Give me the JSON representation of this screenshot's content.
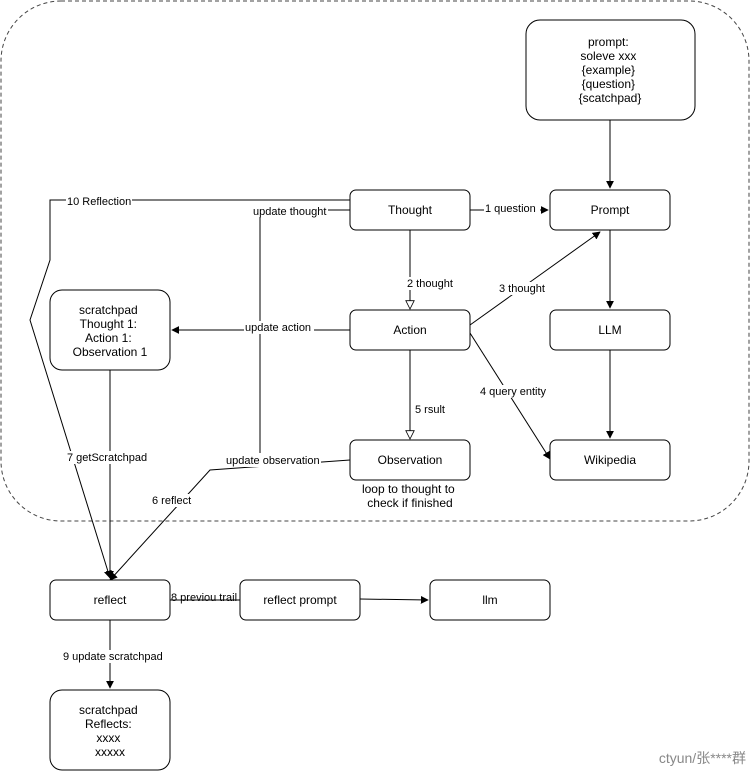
{
  "nodes": {
    "prompt_template": [
      "prompt:",
      "soleve xxx",
      "{example}",
      "{question}",
      "{scatchpad}"
    ],
    "thought": "Thought",
    "prompt": "Prompt",
    "action": "Action",
    "llm": "LLM",
    "scratchpad": [
      "scratchpad",
      "Thought 1:",
      "Action 1:",
      "Observation 1"
    ],
    "observation": "Observation",
    "wikipedia": "Wikipedia",
    "reflect": "reflect",
    "reflect_prompt": "reflect prompt",
    "llm2": "llm",
    "scratchpad_reflects": [
      "scratchpad",
      "Reflects:",
      "xxxx",
      "xxxxx"
    ]
  },
  "notes": {
    "loop": [
      "loop to thought to",
      "check if finished"
    ]
  },
  "edges": {
    "reflection": "10 Reflection",
    "question": "1 question",
    "update_thought": "update thought",
    "thought_2": "2 thought",
    "thought_3": "3 thought",
    "update_action": "update action",
    "query_entity": "4 query entity",
    "result_5": "5 rsult",
    "update_observation": "update observation",
    "get_scratchpad": "7 getScratchpad",
    "reflect_6": "6 reflect",
    "previous_trail": "8 previou trail",
    "update_scratchpad": "9 update scratchpad"
  },
  "watermark": "ctyun/张****群"
}
